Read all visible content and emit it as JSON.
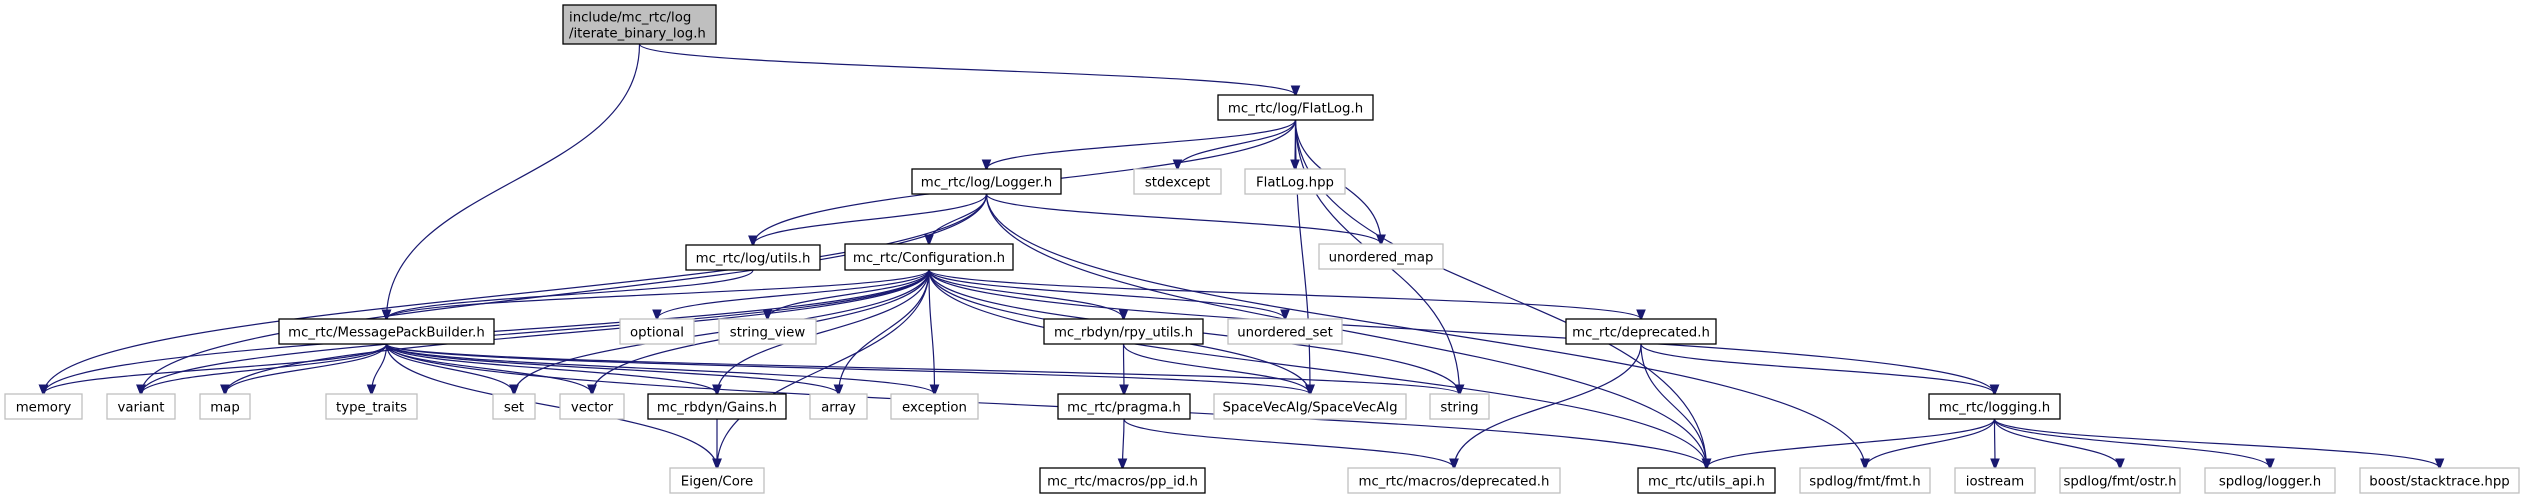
{
  "diagram": {
    "type": "include-dependency-graph",
    "colors": {
      "edge": "#191970",
      "root_fill": "#bfbfbf",
      "root_border": "#000000",
      "documented_border": "#000000",
      "external_border": "#bfbfbf"
    },
    "nodes": [
      {
        "id": "root",
        "lines": [
          "include/mc_rtc/log",
          "/iterate_binary_log.h"
        ],
        "kind": "root"
      },
      {
        "id": "flatlog_h",
        "lines": [
          "mc_rtc/log/FlatLog.h"
        ],
        "kind": "documented"
      },
      {
        "id": "logger_h",
        "lines": [
          "mc_rtc/log/Logger.h"
        ],
        "kind": "documented"
      },
      {
        "id": "stdexcept",
        "lines": [
          "stdexcept"
        ],
        "kind": "external"
      },
      {
        "id": "flatlog_hpp",
        "lines": [
          "FlatLog.hpp"
        ],
        "kind": "external"
      },
      {
        "id": "log_utils_h",
        "lines": [
          "mc_rtc/log/utils.h"
        ],
        "kind": "documented"
      },
      {
        "id": "configuration_h",
        "lines": [
          "mc_rtc/Configuration.h"
        ],
        "kind": "documented"
      },
      {
        "id": "unordered_map",
        "lines": [
          "unordered_map"
        ],
        "kind": "external"
      },
      {
        "id": "mpb_h",
        "lines": [
          "mc_rtc/MessagePackBuilder.h"
        ],
        "kind": "documented"
      },
      {
        "id": "optional",
        "lines": [
          "optional"
        ],
        "kind": "external"
      },
      {
        "id": "string_view",
        "lines": [
          "string_view"
        ],
        "kind": "external"
      },
      {
        "id": "rpy_utils_h",
        "lines": [
          "mc_rbdyn/rpy_utils.h"
        ],
        "kind": "documented"
      },
      {
        "id": "unordered_set",
        "lines": [
          "unordered_set"
        ],
        "kind": "external"
      },
      {
        "id": "deprecated_h",
        "lines": [
          "mc_rtc/deprecated.h"
        ],
        "kind": "documented"
      },
      {
        "id": "memory",
        "lines": [
          "memory"
        ],
        "kind": "external"
      },
      {
        "id": "variant",
        "lines": [
          "variant"
        ],
        "kind": "external"
      },
      {
        "id": "map",
        "lines": [
          "map"
        ],
        "kind": "external"
      },
      {
        "id": "type_traits",
        "lines": [
          "type_traits"
        ],
        "kind": "external"
      },
      {
        "id": "set",
        "lines": [
          "set"
        ],
        "kind": "external"
      },
      {
        "id": "vector",
        "lines": [
          "vector"
        ],
        "kind": "external"
      },
      {
        "id": "gains_h",
        "lines": [
          "mc_rbdyn/Gains.h"
        ],
        "kind": "documented"
      },
      {
        "id": "array",
        "lines": [
          "array"
        ],
        "kind": "external"
      },
      {
        "id": "exception",
        "lines": [
          "exception"
        ],
        "kind": "external"
      },
      {
        "id": "pragma_h",
        "lines": [
          "mc_rtc/pragma.h"
        ],
        "kind": "documented"
      },
      {
        "id": "spacevecalg",
        "lines": [
          "SpaceVecAlg/SpaceVecAlg"
        ],
        "kind": "external"
      },
      {
        "id": "string",
        "lines": [
          "string"
        ],
        "kind": "external"
      },
      {
        "id": "logging_h",
        "lines": [
          "mc_rtc/logging.h"
        ],
        "kind": "documented"
      },
      {
        "id": "eigen_core",
        "lines": [
          "Eigen/Core"
        ],
        "kind": "external"
      },
      {
        "id": "pp_id_h",
        "lines": [
          "mc_rtc/macros/pp_id.h"
        ],
        "kind": "documented"
      },
      {
        "id": "macros_deprecated_h",
        "lines": [
          "mc_rtc/macros/deprecated.h"
        ],
        "kind": "external"
      },
      {
        "id": "utils_api_h",
        "lines": [
          "mc_rtc/utils_api.h"
        ],
        "kind": "documented"
      },
      {
        "id": "fmt_h",
        "lines": [
          "spdlog/fmt/fmt.h"
        ],
        "kind": "external"
      },
      {
        "id": "iostream",
        "lines": [
          "iostream"
        ],
        "kind": "external"
      },
      {
        "id": "ostr_h",
        "lines": [
          "spdlog/fmt/ostr.h"
        ],
        "kind": "external"
      },
      {
        "id": "spdlog_logger_h",
        "lines": [
          "spdlog/logger.h"
        ],
        "kind": "external"
      },
      {
        "id": "stacktrace_hpp",
        "lines": [
          "boost/stacktrace.hpp"
        ],
        "kind": "external"
      }
    ],
    "edges": [
      [
        "root",
        "flatlog_h"
      ],
      [
        "root",
        "mpb_h"
      ],
      [
        "flatlog_h",
        "logger_h"
      ],
      [
        "flatlog_h",
        "stdexcept"
      ],
      [
        "flatlog_h",
        "flatlog_hpp"
      ],
      [
        "flatlog_h",
        "log_utils_h"
      ],
      [
        "flatlog_h",
        "unordered_map"
      ],
      [
        "flatlog_h",
        "spacevecalg"
      ],
      [
        "flatlog_h",
        "string"
      ],
      [
        "flatlog_h",
        "utils_api_h"
      ],
      [
        "logger_h",
        "log_utils_h"
      ],
      [
        "logger_h",
        "configuration_h"
      ],
      [
        "logger_h",
        "unordered_map"
      ],
      [
        "logger_h",
        "memory"
      ],
      [
        "logger_h",
        "variant"
      ],
      [
        "logger_h",
        "fmt_h"
      ],
      [
        "logger_h",
        "utils_api_h"
      ],
      [
        "log_utils_h",
        "mpb_h"
      ],
      [
        "configuration_h",
        "mpb_h"
      ],
      [
        "configuration_h",
        "optional"
      ],
      [
        "configuration_h",
        "string_view"
      ],
      [
        "configuration_h",
        "rpy_utils_h"
      ],
      [
        "configuration_h",
        "unordered_set"
      ],
      [
        "configuration_h",
        "deprecated_h"
      ],
      [
        "configuration_h",
        "memory"
      ],
      [
        "configuration_h",
        "variant"
      ],
      [
        "configuration_h",
        "map"
      ],
      [
        "configuration_h",
        "set"
      ],
      [
        "configuration_h",
        "vector"
      ],
      [
        "configuration_h",
        "gains_h"
      ],
      [
        "configuration_h",
        "array"
      ],
      [
        "configuration_h",
        "exception"
      ],
      [
        "configuration_h",
        "spacevecalg"
      ],
      [
        "configuration_h",
        "string"
      ],
      [
        "configuration_h",
        "eigen_core"
      ],
      [
        "configuration_h",
        "logging_h"
      ],
      [
        "configuration_h",
        "utils_api_h"
      ],
      [
        "mpb_h",
        "memory"
      ],
      [
        "mpb_h",
        "variant"
      ],
      [
        "mpb_h",
        "map"
      ],
      [
        "mpb_h",
        "type_traits"
      ],
      [
        "mpb_h",
        "set"
      ],
      [
        "mpb_h",
        "vector"
      ],
      [
        "mpb_h",
        "gains_h"
      ],
      [
        "mpb_h",
        "array"
      ],
      [
        "mpb_h",
        "exception"
      ],
      [
        "mpb_h",
        "spacevecalg"
      ],
      [
        "mpb_h",
        "string"
      ],
      [
        "mpb_h",
        "eigen_core"
      ],
      [
        "mpb_h",
        "utils_api_h"
      ],
      [
        "rpy_utils_h",
        "pragma_h"
      ],
      [
        "rpy_utils_h",
        "spacevecalg"
      ],
      [
        "pragma_h",
        "pp_id_h"
      ],
      [
        "pragma_h",
        "macros_deprecated_h"
      ],
      [
        "gains_h",
        "eigen_core"
      ],
      [
        "deprecated_h",
        "macros_deprecated_h"
      ],
      [
        "deprecated_h",
        "utils_api_h"
      ],
      [
        "deprecated_h",
        "logging_h"
      ],
      [
        "logging_h",
        "utils_api_h"
      ],
      [
        "logging_h",
        "fmt_h"
      ],
      [
        "logging_h",
        "iostream"
      ],
      [
        "logging_h",
        "ostr_h"
      ],
      [
        "logging_h",
        "spdlog_logger_h"
      ],
      [
        "logging_h",
        "stacktrace_hpp"
      ]
    ]
  }
}
